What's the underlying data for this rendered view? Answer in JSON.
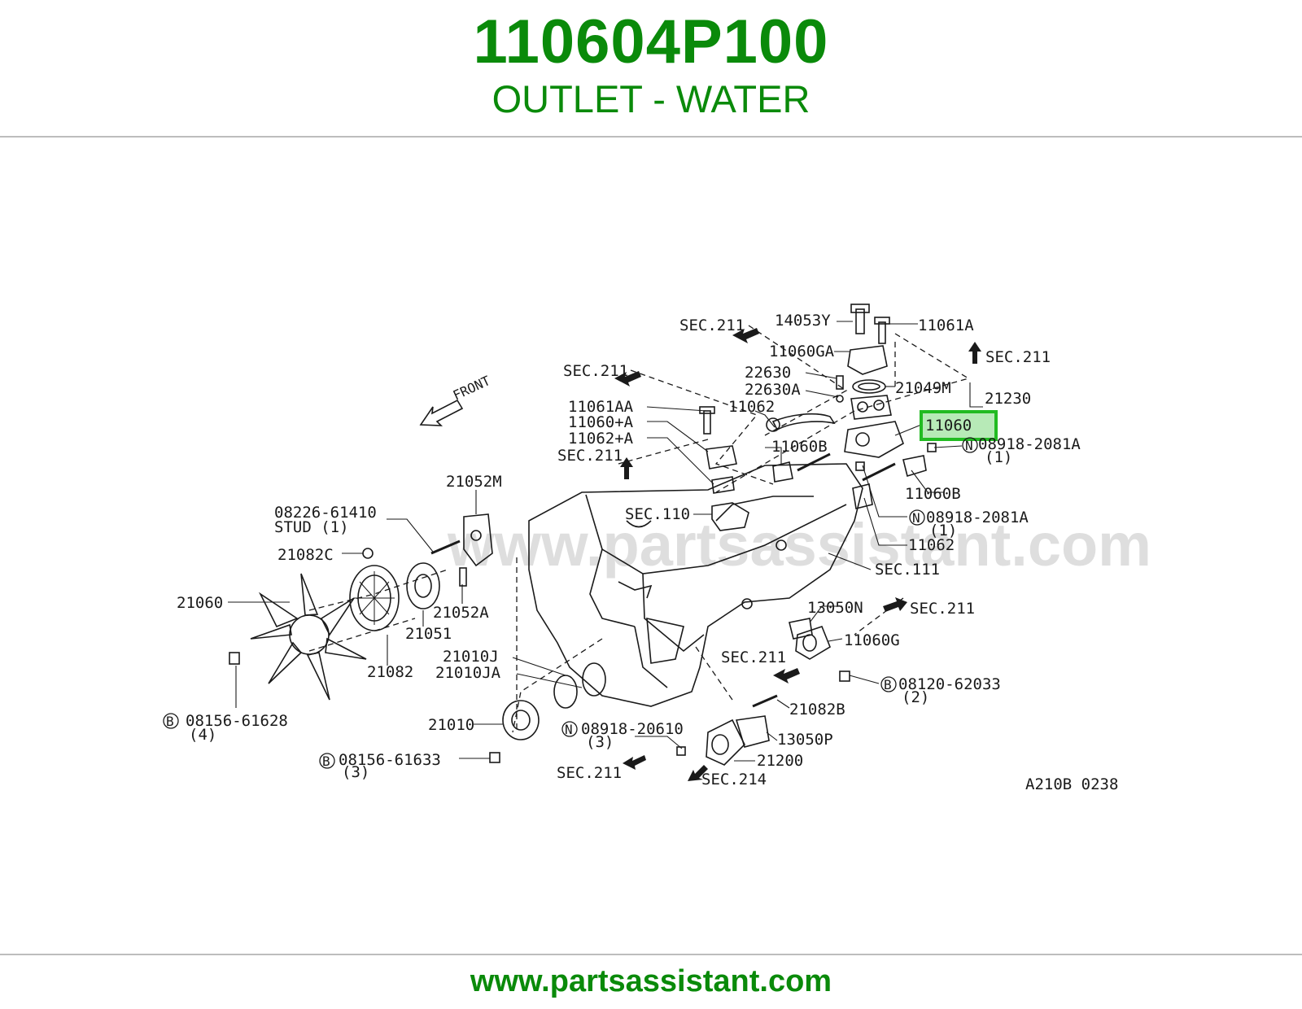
{
  "header": {
    "part_number": "110604P100",
    "part_name": "OUTLET - WATER"
  },
  "footer": {
    "website": "www.partsassistant.com"
  },
  "colors": {
    "brand_green": "#0a8a0a",
    "highlight_green": "#22bb22",
    "highlight_fill": "#9fe39f",
    "line": "#1a1a1a",
    "watermark": "#d4d4d4"
  },
  "diagram": {
    "watermark": "www.partsassistant.com",
    "code": "A210B 0238",
    "direction_label": "FRONT",
    "highlighted_part": "11060",
    "labels": [
      "SEC.211",
      "14053Y",
      "11061A",
      "SEC.211",
      "11060GA",
      "SEC.211",
      "22630",
      "22630A",
      "21049M",
      "21230",
      "11061AA",
      "11062",
      "11060",
      "11060+A",
      "11062+A",
      "11060B",
      "08918-2081A",
      "(1)",
      "SEC.211",
      "11060B",
      "21052M",
      "SEC.110",
      "08918-2081A",
      "(1)",
      "08226-61410",
      "STUD (1)",
      "11062",
      "21082C",
      "SEC.111",
      "21060",
      "21052A",
      "13050N",
      "SEC.211",
      "21051",
      "11060G",
      "21082",
      "21010J",
      "SEC.211",
      "21010JA",
      "08120-62033",
      "(2)",
      "08156-61628",
      "(4)",
      "21082B",
      "21010",
      "08918-20610",
      "(3)",
      "13050P",
      "08156-61633",
      "(3)",
      "21200",
      "SEC.211",
      "SEC.214"
    ]
  }
}
